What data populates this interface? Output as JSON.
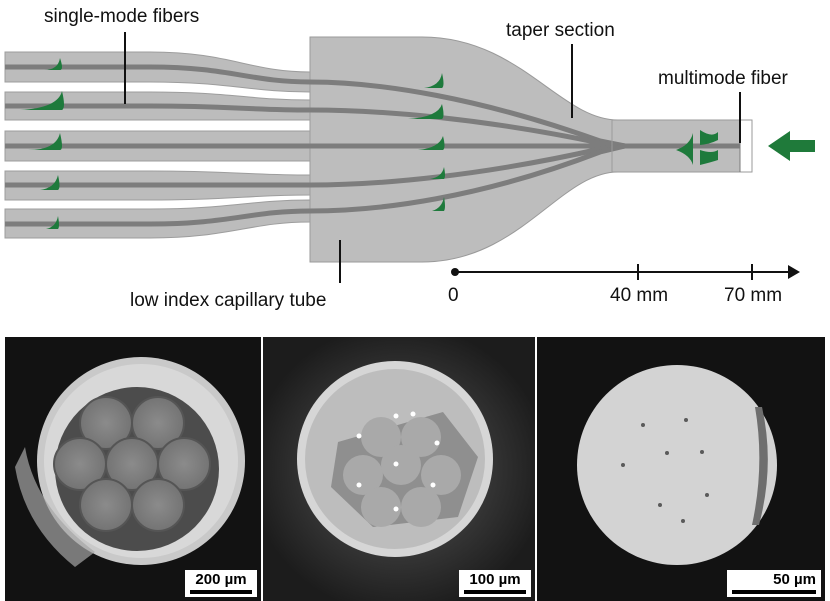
{
  "labels": {
    "single_mode": "single-mode fibers",
    "taper": "taper section",
    "multimode": "multimode fiber",
    "capillary": "low index capillary tube"
  },
  "axis": {
    "ticks": [
      "0",
      "40 mm",
      "70 mm"
    ]
  },
  "panels": [
    {
      "scale": "200 µm"
    },
    {
      "scale": "100 µm"
    },
    {
      "scale": "50 µm"
    }
  ],
  "colors": {
    "mode": "#1e7a3c",
    "fiber": "#b9b9b9",
    "core": "#7f7f7f",
    "arrow": "#1f7a3a"
  }
}
